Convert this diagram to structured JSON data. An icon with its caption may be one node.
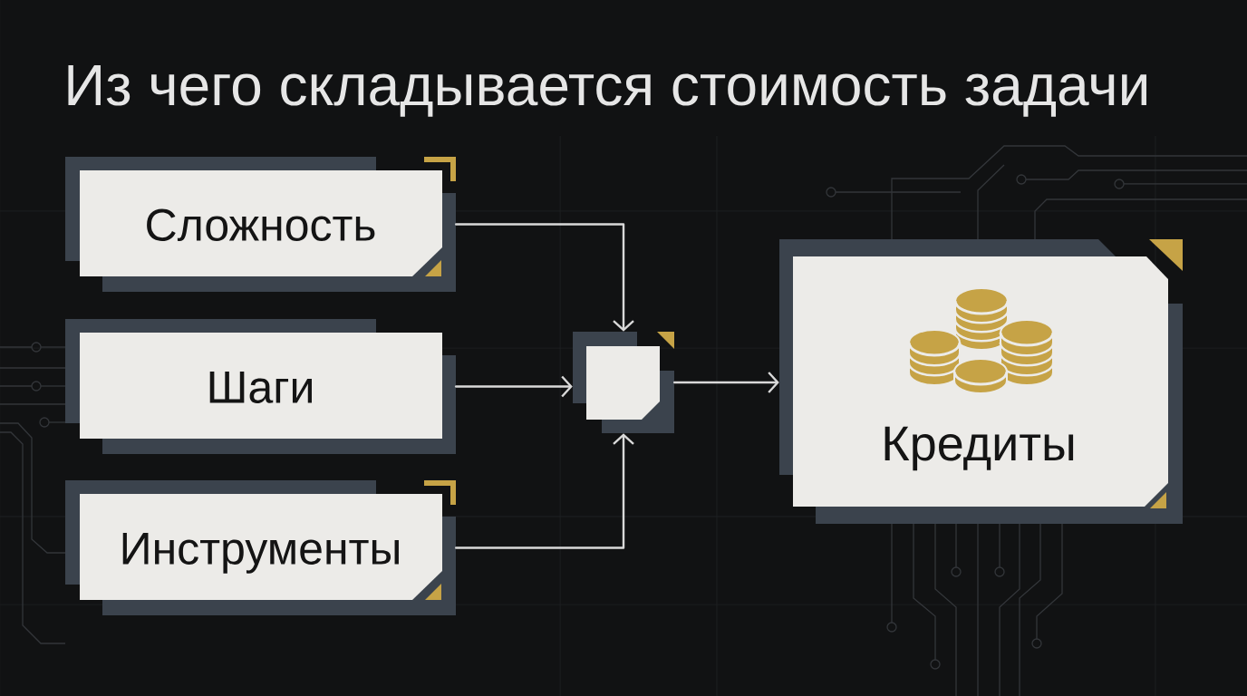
{
  "diagram": {
    "title": "Из чего складывается стоимость задачи",
    "nodes": [
      {
        "text": [
          "Сложность"
        ]
      },
      {
        "text": [
          "Шаги"
        ]
      },
      {
        "text": [
          "Инструменты"
        ]
      },
      {
        "text": [],
        "shape": "box"
      },
      {
        "text": [
          "Кредиты"
        ]
      }
    ],
    "edges": [
      {
        "from": 0,
        "to": 3,
        "arrow": "to"
      },
      {
        "from": 1,
        "to": 3,
        "arrow": "to"
      },
      {
        "from": 2,
        "to": 3,
        "arrow": "to"
      },
      {
        "from": 3,
        "to": 4,
        "arrow": "to"
      }
    ]
  }
}
